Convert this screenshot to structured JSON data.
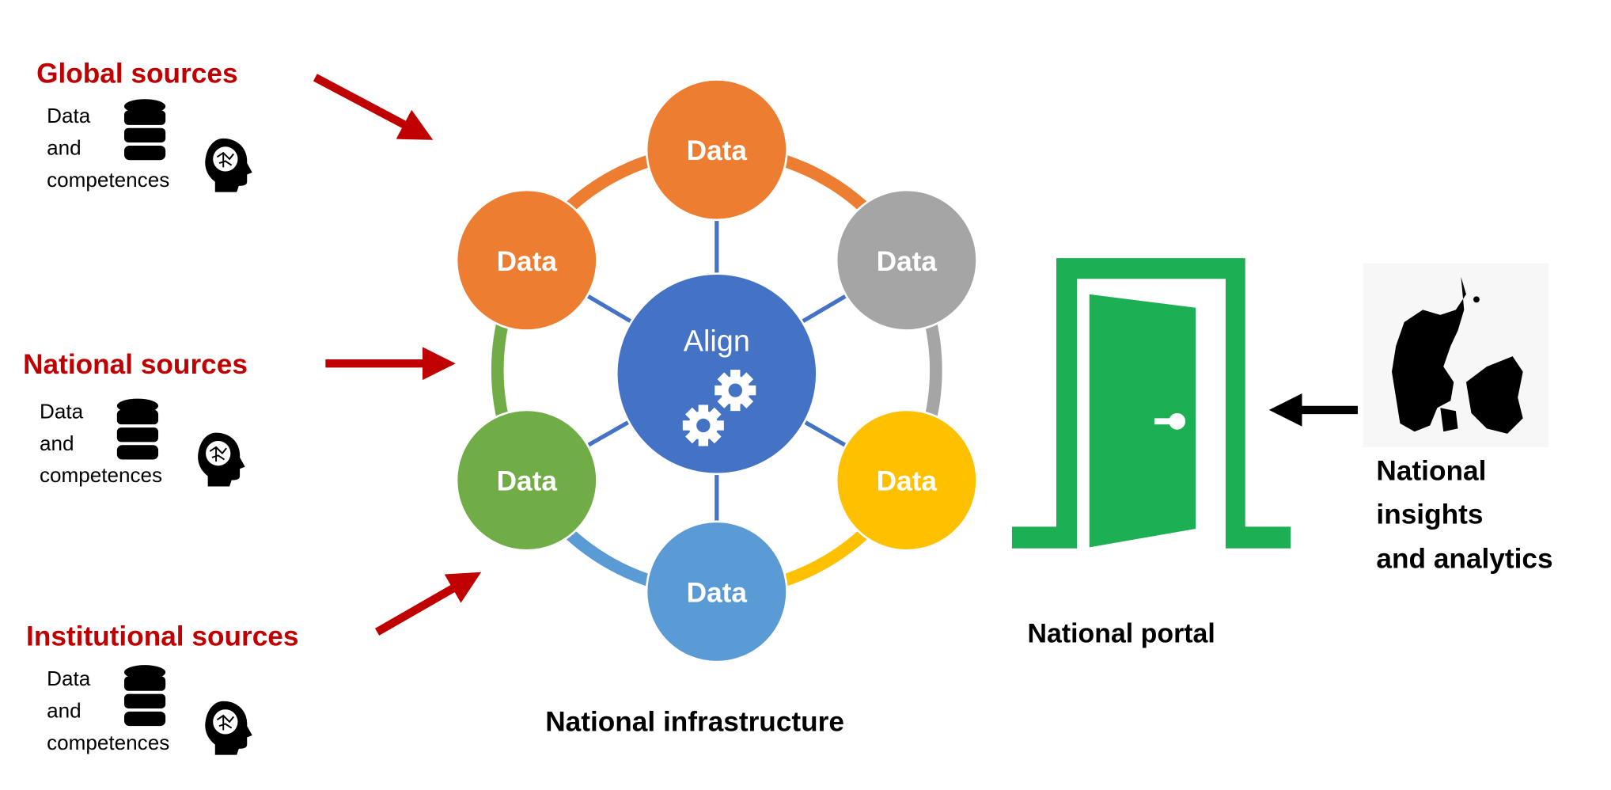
{
  "sources": [
    {
      "title": "Global sources",
      "lines": [
        "Data",
        "and",
        "competences"
      ]
    },
    {
      "title": "National sources",
      "lines": [
        "Data",
        "and",
        "competences"
      ]
    },
    {
      "title": "Institutional sources",
      "lines": [
        "Data",
        "and",
        "competences"
      ]
    }
  ],
  "infrastructure": {
    "center_label": "Align",
    "nodes": [
      "Data",
      "Data",
      "Data",
      "Data",
      "Data",
      "Data"
    ],
    "caption": "National infrastructure"
  },
  "portal": {
    "caption": "National portal"
  },
  "insights": {
    "lines": [
      "National",
      "insights",
      "and analytics"
    ]
  },
  "colors": {
    "red": "#C00000",
    "orange": "#ED7D31",
    "gray": "#A5A5A5",
    "yellow": "#FFC000",
    "lightblue": "#5B9BD5",
    "green": "#70AD47",
    "blue": "#4472C4",
    "door": "#1DAF54"
  }
}
